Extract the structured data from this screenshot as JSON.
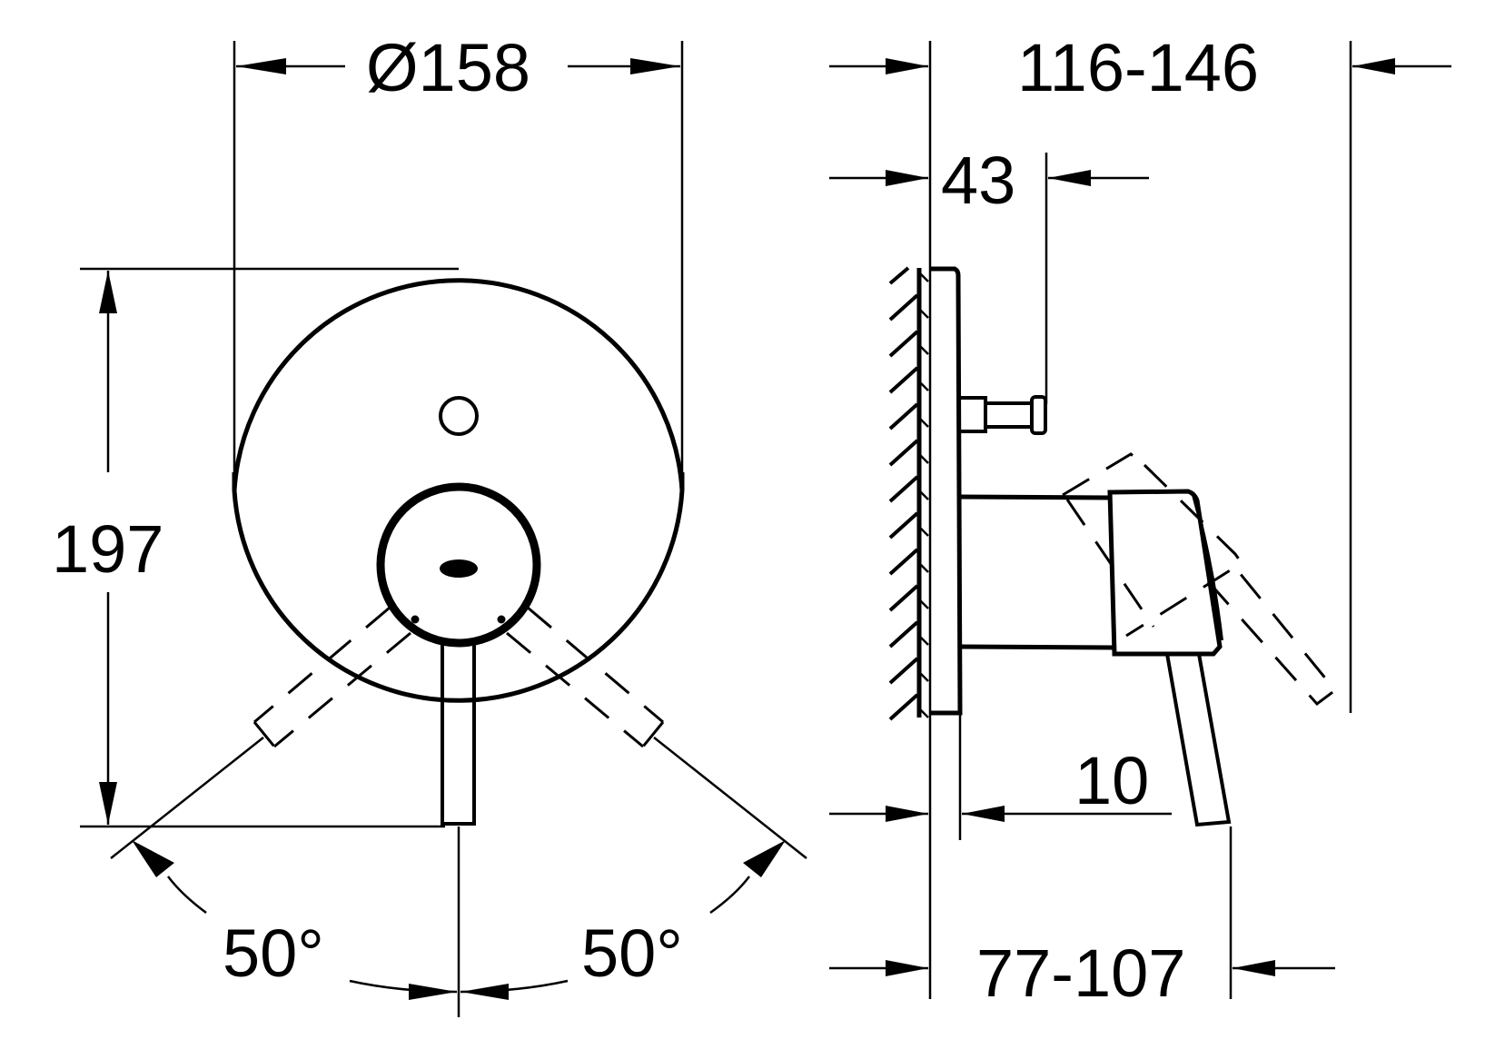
{
  "drawing": {
    "type": "technical dimension drawing",
    "subject": "concealed single-lever shower mixer trim",
    "line_color": "#000000",
    "background": "#ffffff"
  },
  "front_view": {
    "diameter_label": "Ø158",
    "height_label": "197",
    "angle_left_label": "50°",
    "angle_right_label": "50°"
  },
  "side_view": {
    "overall_depth_label": "116-146",
    "diverter_depth_label": "43",
    "plate_thickness_label": "10",
    "lever_depth_label": "77-107"
  }
}
